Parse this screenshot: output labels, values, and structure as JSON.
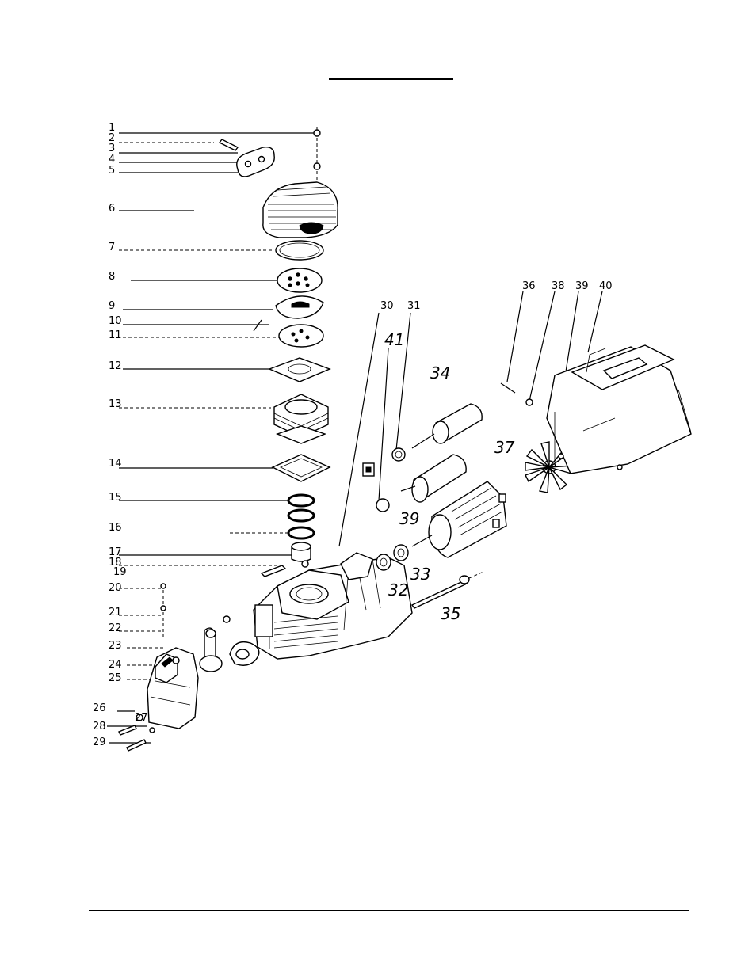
{
  "title": "",
  "callouts": [
    "1",
    "2",
    "3",
    "4",
    "5",
    "6",
    "7",
    "8",
    "9",
    "10",
    "11",
    "12",
    "13",
    "14",
    "15",
    "16",
    "17",
    "18",
    "19",
    "20",
    "21",
    "22",
    "23",
    "24",
    "25",
    "26",
    "27",
    "28",
    "29",
    "30",
    "31",
    "32",
    "33",
    "34",
    "35",
    "36",
    "37",
    "38",
    "39",
    "40",
    "41"
  ]
}
